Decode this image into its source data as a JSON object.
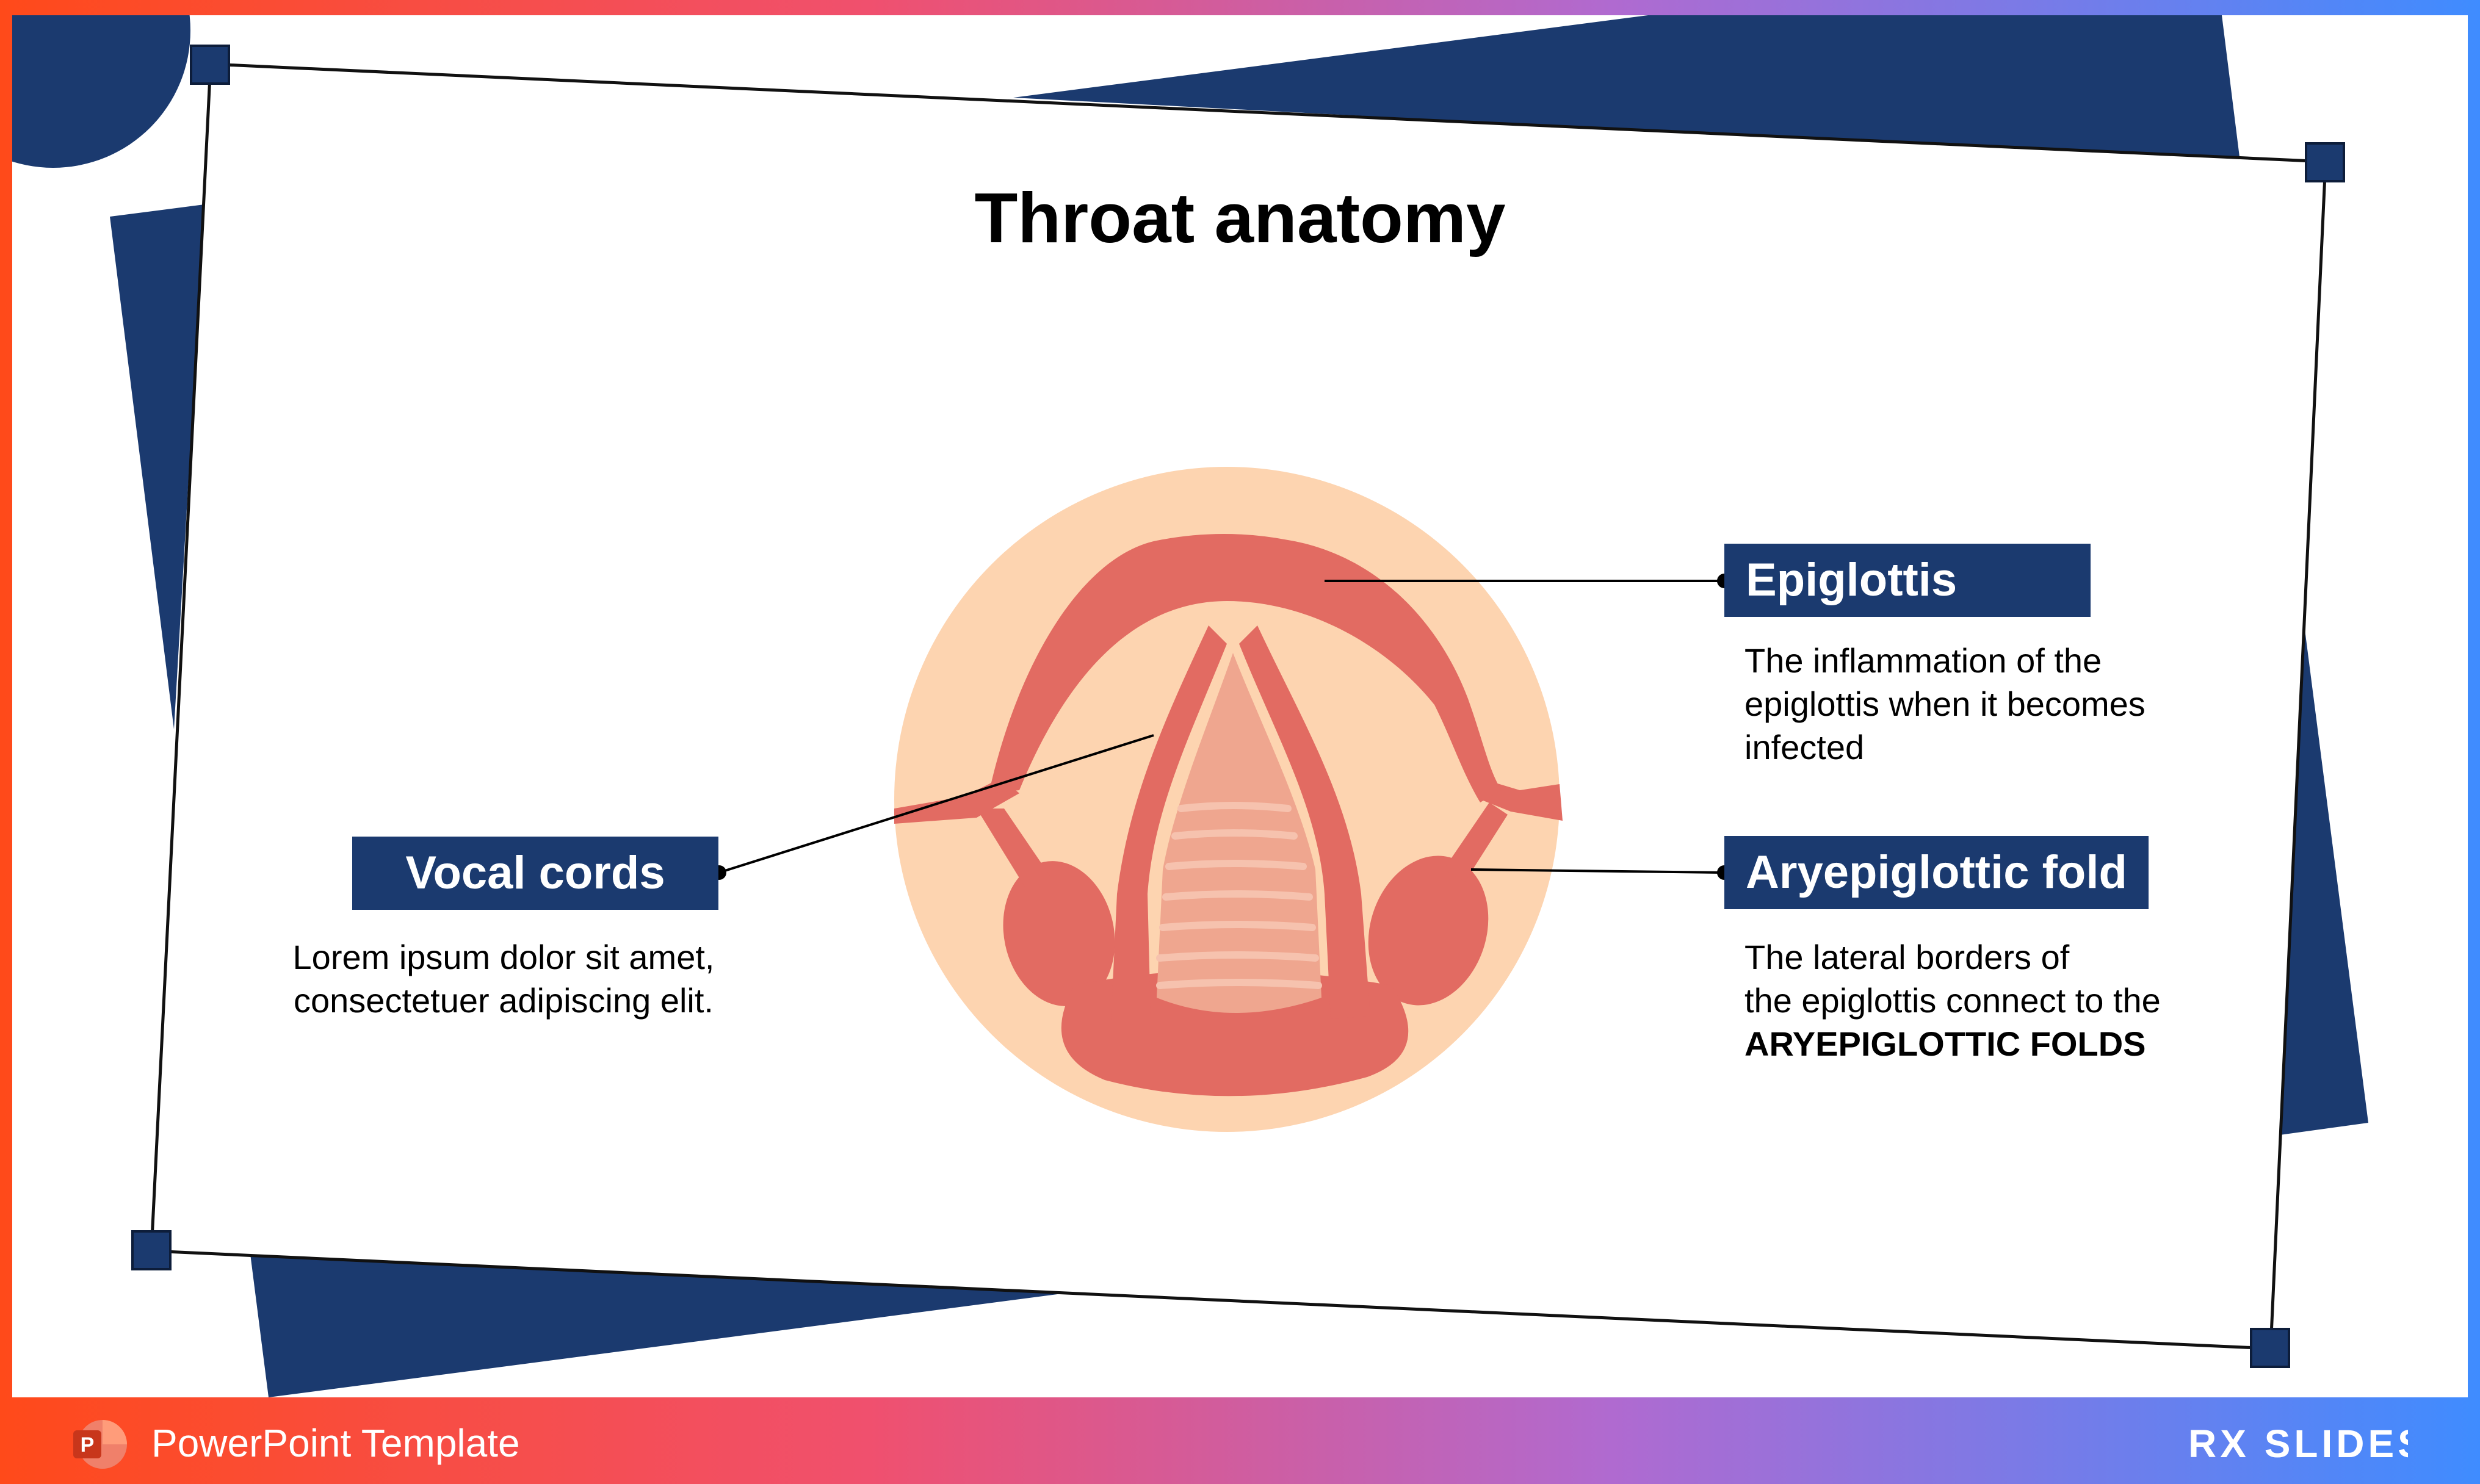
{
  "title": "Throat anatomy",
  "labels": {
    "epiglottis": {
      "heading": "Epiglottis",
      "description": [
        "The inflammation of the",
        "epiglottis when it becomes",
        "infected"
      ]
    },
    "aryepiglottic_fold": {
      "heading": "Aryepiglottic fold",
      "description": [
        "The lateral borders of",
        "the epiglottis connect to the"
      ],
      "description_bold": "ARYEPIGLOTTIC FOLDS"
    },
    "vocal_cords": {
      "heading": "Vocal cords",
      "description": [
        "Lorem ipsum dolor sit amet,",
        "consectetuer adipiscing elit."
      ]
    }
  },
  "footer": {
    "label": "PowerPoint Template",
    "app_icon": "powerpoint-icon",
    "app_icon_letter": "P",
    "brand": "RX SLIDES"
  },
  "colors": {
    "navy": "#1b3a6f",
    "peach": "#fdd4b0",
    "tissue": "#e26b62",
    "trachea": "#efa68f",
    "frame_left": "#ff4a1a",
    "frame_right": "#3f8cff"
  }
}
